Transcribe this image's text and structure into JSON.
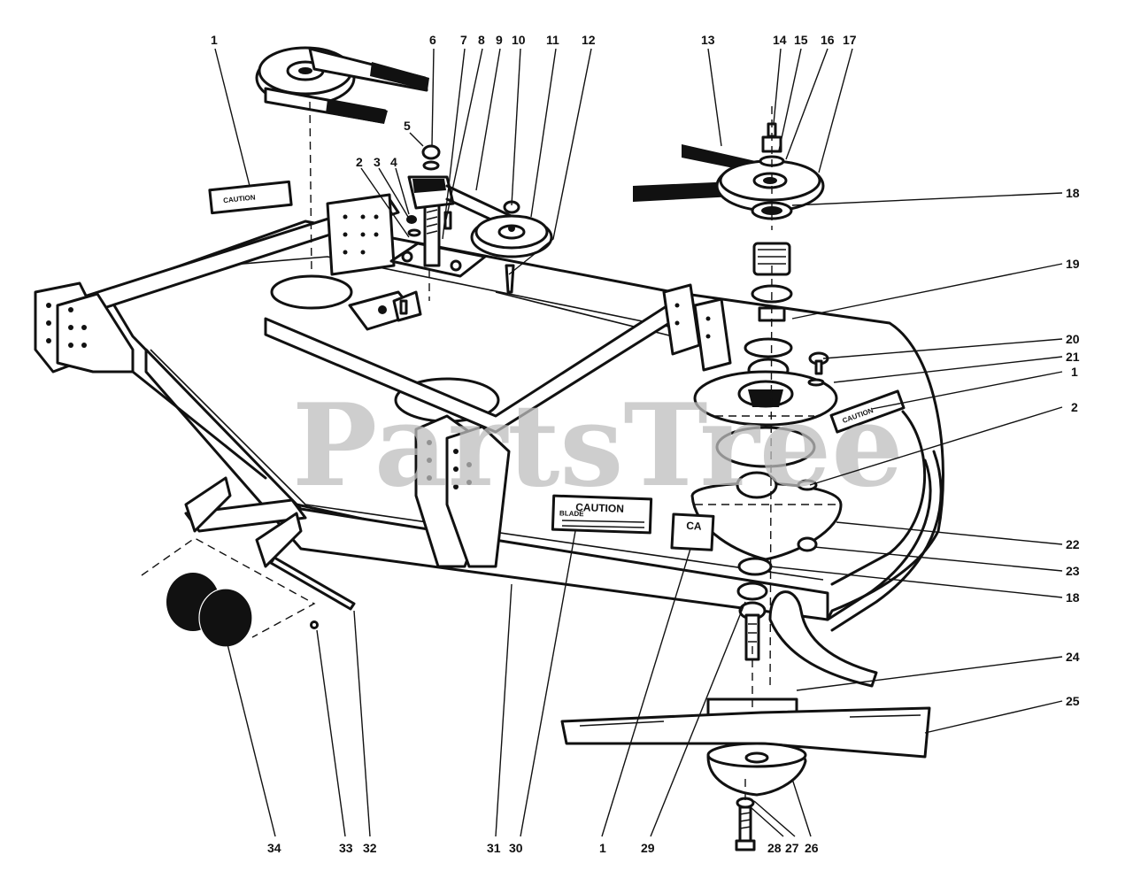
{
  "watermark": "PartsTree",
  "decals": {
    "deck_caution": "CAUTION",
    "deck_caution_sub": "BLADE",
    "deck_caution_2": "CA",
    "left_decal": "CAUTION",
    "right_decal": "CAUTION"
  },
  "callouts": [
    {
      "id": "c1a",
      "text": "1"
    },
    {
      "id": "c2a",
      "text": "2"
    },
    {
      "id": "c3",
      "text": "3"
    },
    {
      "id": "c4",
      "text": "4"
    },
    {
      "id": "c5",
      "text": "5"
    },
    {
      "id": "c6",
      "text": "6"
    },
    {
      "id": "c7",
      "text": "7"
    },
    {
      "id": "c8",
      "text": "8"
    },
    {
      "id": "c9",
      "text": "9"
    },
    {
      "id": "c10",
      "text": "10"
    },
    {
      "id": "c11",
      "text": "11"
    },
    {
      "id": "c12",
      "text": "12"
    },
    {
      "id": "c13",
      "text": "13"
    },
    {
      "id": "c14",
      "text": "14"
    },
    {
      "id": "c15",
      "text": "15"
    },
    {
      "id": "c16",
      "text": "16"
    },
    {
      "id": "c17",
      "text": "17"
    },
    {
      "id": "c18a",
      "text": "18"
    },
    {
      "id": "c19",
      "text": "19"
    },
    {
      "id": "c20",
      "text": "20"
    },
    {
      "id": "c21",
      "text": "21"
    },
    {
      "id": "c1b",
      "text": "1"
    },
    {
      "id": "c2b",
      "text": "2"
    },
    {
      "id": "c22",
      "text": "22"
    },
    {
      "id": "c23",
      "text": "23"
    },
    {
      "id": "c18b",
      "text": "18"
    },
    {
      "id": "c24",
      "text": "24"
    },
    {
      "id": "c25",
      "text": "25"
    },
    {
      "id": "c34",
      "text": "34"
    },
    {
      "id": "c33",
      "text": "33"
    },
    {
      "id": "c32",
      "text": "32"
    },
    {
      "id": "c31",
      "text": "31"
    },
    {
      "id": "c30",
      "text": "30"
    },
    {
      "id": "c1c",
      "text": "1"
    },
    {
      "id": "c29",
      "text": "29"
    },
    {
      "id": "c28",
      "text": "28"
    },
    {
      "id": "c27",
      "text": "27"
    },
    {
      "id": "c26",
      "text": "26"
    }
  ]
}
